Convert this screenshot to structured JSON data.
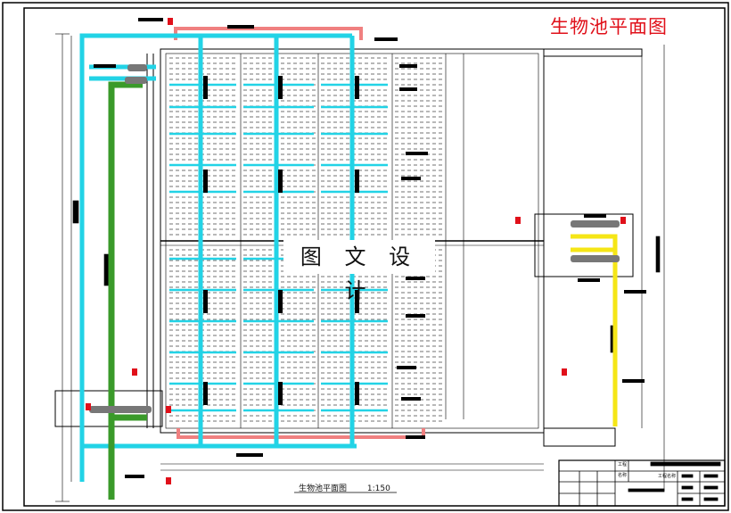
{
  "drawing": {
    "title": "生物池平面图",
    "watermark": "图 文 设 计",
    "caption": "生物池平面图",
    "scale": "1:150"
  },
  "title_block": {
    "project_label": "工程",
    "name_label": "名称",
    "drawing_name": "工程名称"
  },
  "colors": {
    "air_pipe": "#22d3e6",
    "return_pipe": "#f08080",
    "green_pipe": "#3a9a2a",
    "yellow_pipe": "#f5e616",
    "title": "#e0101a"
  }
}
